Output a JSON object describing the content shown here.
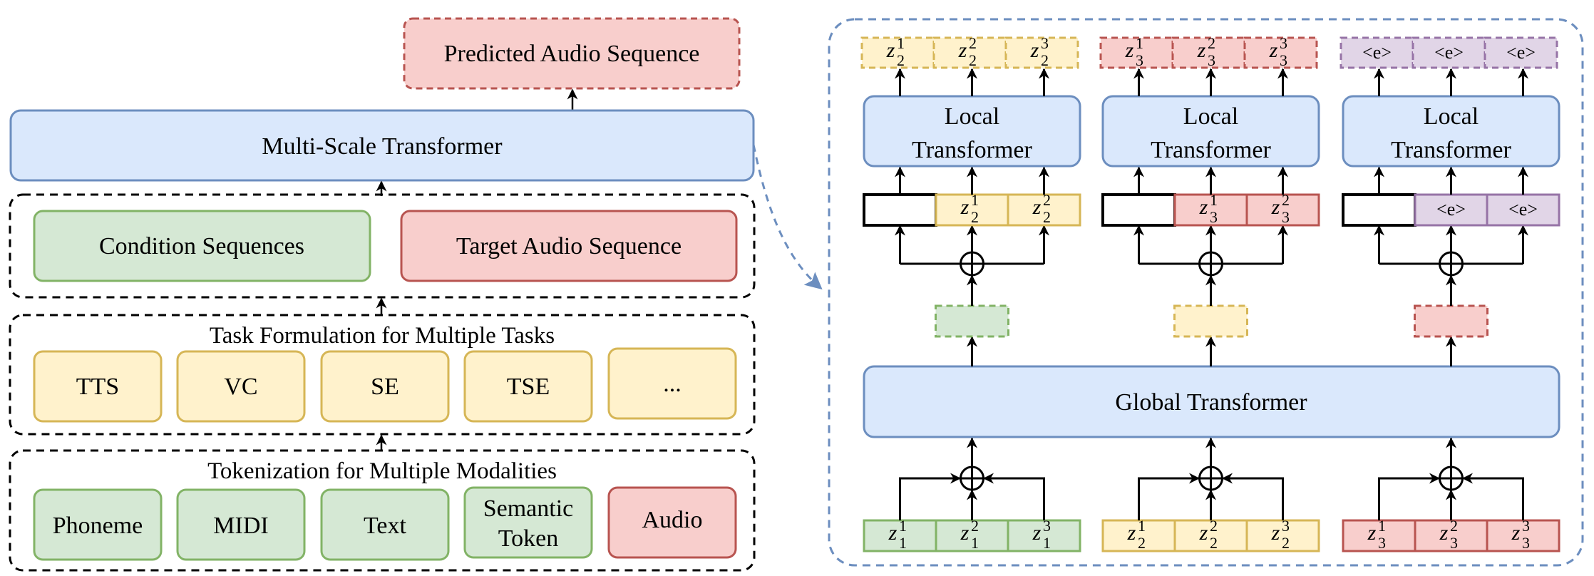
{
  "colors": {
    "blue_fill": "#dae8fc",
    "blue_stroke": "#6c8ebf",
    "green_fill": "#d5e8d4",
    "green_stroke": "#82b366",
    "red_fill": "#f8cecc",
    "red_stroke": "#b85450",
    "yellow_fill": "#fff2cc",
    "yellow_stroke": "#d6b656",
    "purple_fill": "#e1d5e7",
    "purple_stroke": "#9673a6",
    "connector_dashed": "#6c8ebf",
    "line": "#000000"
  },
  "left_panel": {
    "predicted_output": "Predicted Audio Sequence",
    "multi_scale_transformer": "Multi-Scale Transformer",
    "sequences": {
      "condition": "Condition Sequences",
      "target": "Target Audio Sequence"
    },
    "task_formulation": {
      "title": "Task Formulation for Multiple Tasks",
      "tasks": [
        "TTS",
        "VC",
        "SE",
        "TSE",
        "..."
      ]
    },
    "tokenization": {
      "title": "Tokenization for Multiple Modalities",
      "modalities": [
        {
          "label": "Phoneme",
          "color": "green"
        },
        {
          "label": "MIDI",
          "color": "green"
        },
        {
          "label": "Text",
          "color": "green"
        },
        {
          "label": "Semantic Token",
          "line1": "Semantic",
          "line2": "Token",
          "color": "green"
        },
        {
          "label": "Audio",
          "color": "red"
        }
      ]
    }
  },
  "right_panel": {
    "global_transformer": "Global Transformer",
    "local_transformer_line1": "Local",
    "local_transformer_line2": "Transformer",
    "combine_symbol": "⊕",
    "groups": [
      {
        "color": "green",
        "input_tokens": [
          {
            "base": "z",
            "sup": "1",
            "sub": "1"
          },
          {
            "base": "z",
            "sup": "2",
            "sub": "1"
          },
          {
            "base": "z",
            "sup": "3",
            "sub": "1"
          }
        ],
        "global_output_color": "green",
        "local_input_tokens": [
          null,
          {
            "base": "z",
            "sup": "1",
            "sub": "2"
          },
          {
            "base": "z",
            "sup": "2",
            "sub": "2"
          }
        ],
        "local_input_color": "yellow",
        "output_tokens": [
          {
            "base": "z",
            "sup": "1",
            "sub": "2"
          },
          {
            "base": "z",
            "sup": "2",
            "sub": "2"
          },
          {
            "base": "z",
            "sup": "3",
            "sub": "2"
          }
        ],
        "output_color": "yellow"
      },
      {
        "color": "yellow",
        "input_tokens": [
          {
            "base": "z",
            "sup": "1",
            "sub": "2"
          },
          {
            "base": "z",
            "sup": "2",
            "sub": "2"
          },
          {
            "base": "z",
            "sup": "3",
            "sub": "2"
          }
        ],
        "global_output_color": "yellow",
        "local_input_tokens": [
          null,
          {
            "base": "z",
            "sup": "1",
            "sub": "3"
          },
          {
            "base": "z",
            "sup": "2",
            "sub": "3"
          }
        ],
        "local_input_color": "red",
        "output_tokens": [
          {
            "base": "z",
            "sup": "1",
            "sub": "3"
          },
          {
            "base": "z",
            "sup": "2",
            "sub": "3"
          },
          {
            "base": "z",
            "sup": "3",
            "sub": "3"
          }
        ],
        "output_color": "red"
      },
      {
        "color": "red",
        "input_tokens": [
          {
            "base": "z",
            "sup": "1",
            "sub": "3"
          },
          {
            "base": "z",
            "sup": "2",
            "sub": "3"
          },
          {
            "base": "z",
            "sup": "3",
            "sub": "3"
          }
        ],
        "global_output_color": "red",
        "local_input_tokens": [
          null,
          {
            "text": "<e>"
          },
          {
            "text": "<e>"
          }
        ],
        "local_input_color": "purple",
        "output_tokens": [
          {
            "text": "<e>"
          },
          {
            "text": "<e>"
          },
          {
            "text": "<e>"
          }
        ],
        "output_color": "purple"
      }
    ]
  }
}
